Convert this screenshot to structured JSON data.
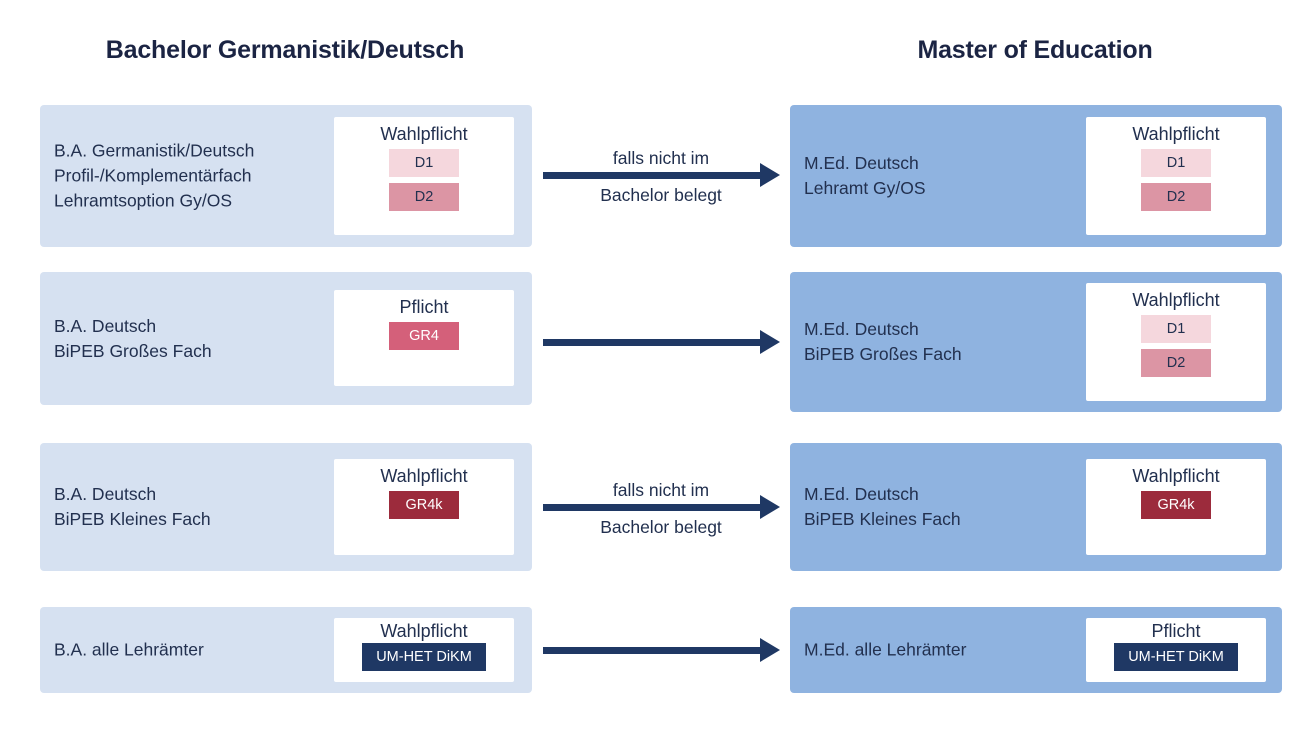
{
  "headings": {
    "bachelor": "Bachelor Germanistik/Deutsch",
    "master": "Master of Education"
  },
  "colors": {
    "bachelor_panel": "#d6e1f1",
    "master_panel": "#8fb3e0",
    "card": "#ffffff",
    "navy": "#1f3864",
    "text": "#22304f",
    "badge_d1": "#f5d7dd",
    "badge_d2": "#dc95a4",
    "badge_gr4": "#d4607a",
    "badge_gr4k": "#9c2b3c",
    "badge_dikm": "#1f3864"
  },
  "rows": [
    {
      "bachelor": {
        "label": "B.A. Germanistik/Deutsch\nProfil-/Komplementärfach\nLehramtsoption Gy/OS",
        "module_kind": "Wahlpflicht",
        "badges": [
          {
            "text": "D1",
            "bg": "#f5d7dd",
            "fg": "#22304f"
          },
          {
            "text": "D2",
            "bg": "#dc95a4",
            "fg": "#22304f"
          }
        ]
      },
      "arrow": {
        "label_top": "falls nicht im",
        "label_bottom": "Bachelor belegt"
      },
      "master": {
        "label": "M.Ed. Deutsch\nLehramt Gy/OS",
        "module_kind": "Wahlpflicht",
        "badges": [
          {
            "text": "D1",
            "bg": "#f5d7dd",
            "fg": "#22304f"
          },
          {
            "text": "D2",
            "bg": "#dc95a4",
            "fg": "#22304f"
          }
        ]
      }
    },
    {
      "bachelor": {
        "label": "B.A. Deutsch\nBiPEB Großes Fach",
        "module_kind": "Pflicht",
        "badges": [
          {
            "text": "GR4",
            "bg": "#d4607a",
            "fg": "#ffffff"
          }
        ]
      },
      "arrow": {
        "label_top": "",
        "label_bottom": ""
      },
      "master": {
        "label": "M.Ed. Deutsch\nBiPEB Großes Fach",
        "module_kind": "Wahlpflicht",
        "badges": [
          {
            "text": "D1",
            "bg": "#f5d7dd",
            "fg": "#22304f"
          },
          {
            "text": "D2",
            "bg": "#dc95a4",
            "fg": "#22304f"
          }
        ]
      }
    },
    {
      "bachelor": {
        "label": "B.A. Deutsch\nBiPEB Kleines Fach",
        "module_kind": "Wahlpflicht",
        "badges": [
          {
            "text": "GR4k",
            "bg": "#9c2b3c",
            "fg": "#ffffff"
          }
        ]
      },
      "arrow": {
        "label_top": "falls nicht im",
        "label_bottom": "Bachelor belegt"
      },
      "master": {
        "label": "M.Ed. Deutsch\nBiPEB Kleines Fach",
        "module_kind": "Wahlpflicht",
        "badges": [
          {
            "text": "GR4k",
            "bg": "#9c2b3c",
            "fg": "#ffffff"
          }
        ]
      }
    },
    {
      "bachelor": {
        "label": "B.A. alle Lehrämter",
        "module_kind": "Wahlpflicht",
        "badges": [
          {
            "text": "UM-HET DiKM",
            "bg": "#1f3864",
            "fg": "#ffffff",
            "wide": true
          }
        ]
      },
      "arrow": {
        "label_top": "",
        "label_bottom": ""
      },
      "master": {
        "label": "M.Ed. alle Lehrämter",
        "module_kind": "Pflicht",
        "badges": [
          {
            "text": "UM-HET DiKM",
            "bg": "#1f3864",
            "fg": "#ffffff",
            "wide": true
          }
        ]
      }
    }
  ]
}
